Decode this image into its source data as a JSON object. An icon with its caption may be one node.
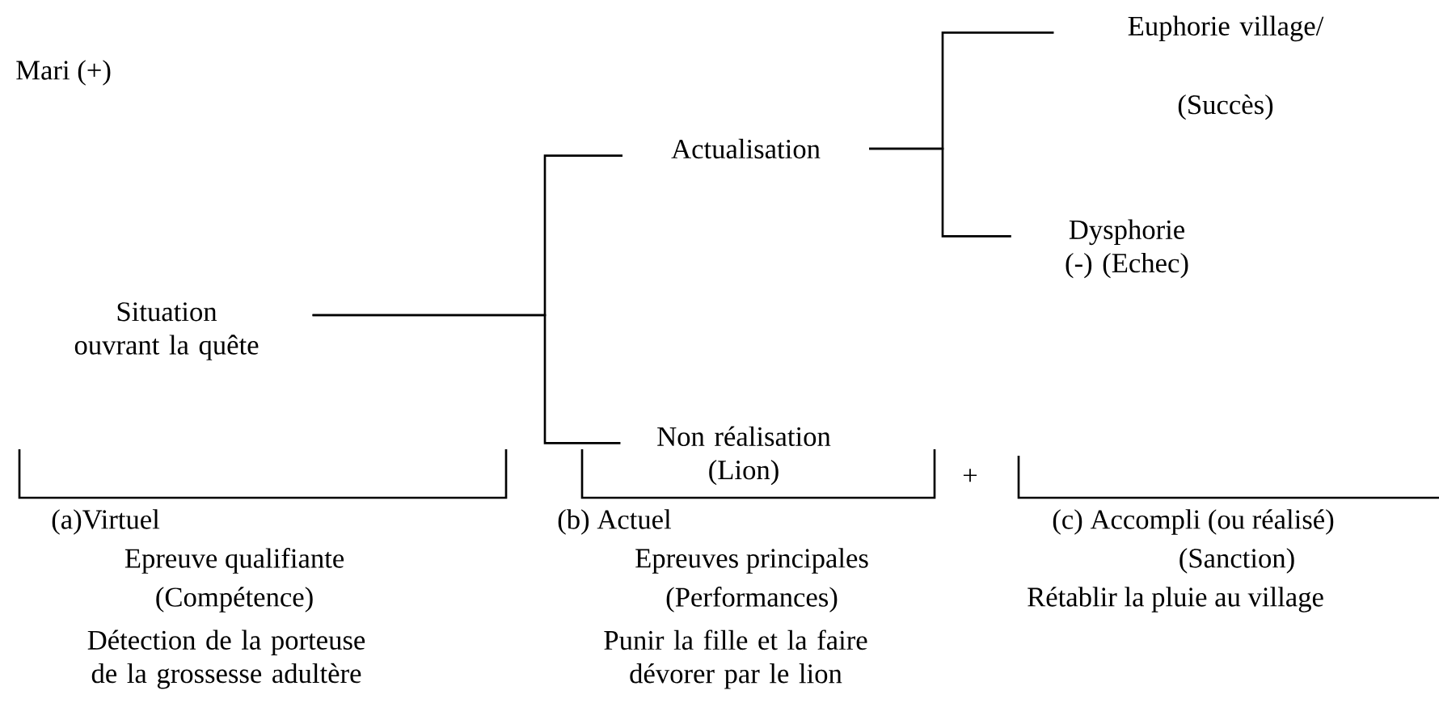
{
  "diagram": {
    "nodes": [
      {
        "text": [
          "Situation ouvrant la quête"
        ]
      },
      {
        "text": [
          "Actualisation"
        ]
      },
      {
        "text": [
          "Non réalisation (Lion)"
        ]
      },
      {
        "text": [
          "Euphorie village/",
          "(Succès)"
        ]
      },
      {
        "text": [
          "Dysphorie (-) (Echec)"
        ]
      }
    ],
    "edges": [
      {
        "from": 0,
        "to": 1,
        "arrow": "none"
      },
      {
        "from": 0,
        "to": 2,
        "arrow": "none"
      },
      {
        "from": 1,
        "to": 3,
        "arrow": "none"
      },
      {
        "from": 1,
        "to": 4,
        "arrow": "none"
      }
    ],
    "labels": [
      "Mari (+)",
      "+",
      "(a)Virtuel",
      "Epreuve qualifiante",
      "(Compétence)",
      "Détection de la porteuse de la grossesse adultère",
      "(b) Actuel",
      "Epreuves principales",
      "(Performances)",
      "Punir la fille et la faire dévorer par le lion",
      "(c) Accompli (ou réalisé)",
      "(Sanction)",
      "Rétablir la pluie au village"
    ]
  }
}
